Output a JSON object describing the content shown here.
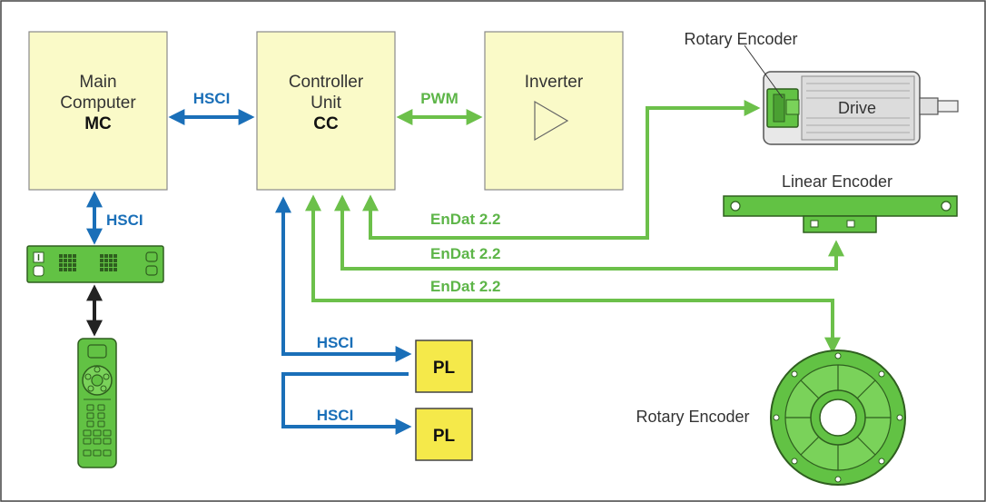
{
  "colors": {
    "box_fill": "#fafac8",
    "box_stroke": "#8a8a8a",
    "blue": "#1a6fb8",
    "green": "#6cc04a",
    "green_dark": "#2f5f1f",
    "pl_fill": "#f5e94a",
    "device_green": "#62c244"
  },
  "main_computer": {
    "line1": "Main",
    "line2": "Computer",
    "abbr": "MC"
  },
  "controller_unit": {
    "line1": "Controller",
    "line2": "Unit",
    "abbr": "CC"
  },
  "inverter": {
    "label": "Inverter",
    "icon": "amplifier-triangle-icon"
  },
  "drive": {
    "label": "Drive"
  },
  "links": {
    "mc_cc": "HSCI",
    "cc_inverter": "PWM",
    "mc_panel": "HSCI",
    "pl1": "HSCI",
    "pl2": "HSCI",
    "endat_1": "EnDat 2.2",
    "endat_2": "EnDat 2.2",
    "endat_3": "EnDat 2.2"
  },
  "pl_modules": [
    "PL",
    "PL"
  ],
  "devices": {
    "rotary_encoder_top": "Rotary Encoder",
    "linear_encoder": "Linear Encoder",
    "rotary_encoder_bottom": "Rotary Encoder"
  }
}
